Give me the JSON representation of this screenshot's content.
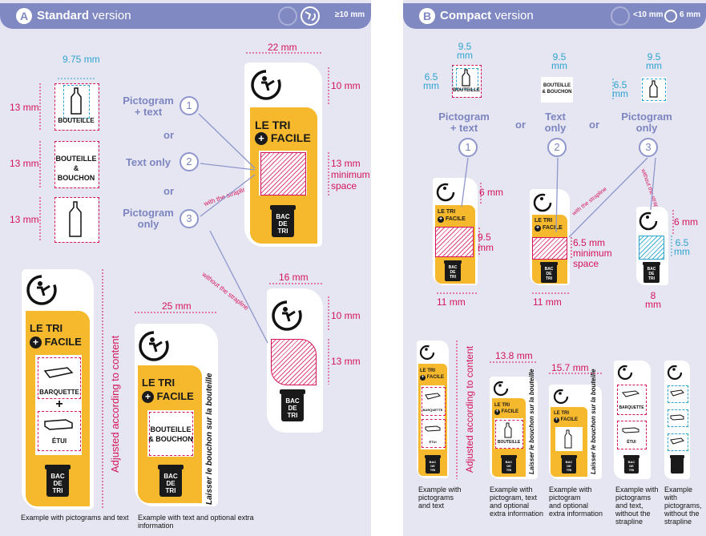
{
  "panelA": {
    "letter": "A",
    "title_bold": "Standard",
    "title_rest": " version",
    "size_rule": "≥10 mm",
    "choices": [
      {
        "num": "1",
        "line1": "Pictogram",
        "line2": "+ text"
      },
      {
        "num": "2",
        "line1": "Text only",
        "line2": ""
      },
      {
        "num": "3",
        "line1": "Pictogram",
        "line2": "only"
      }
    ],
    "or_label": "or",
    "with_strapline": "with the strapline",
    "without_strapline": "without the strapline",
    "left_stack": {
      "width": "9.75 mm",
      "h1": "13 mm",
      "h2": "13 mm",
      "h3": "13 mm",
      "bouteille": "BOUTEILLE",
      "bouteille_bouchon_1": "BOUTEILLE",
      "bouteille_bouchon_2": "& BOUCHON"
    },
    "big_card": {
      "width": "22 mm",
      "top_h": "10 mm",
      "space_h": "13 mm",
      "space_label1": "minimum",
      "space_label2": "space",
      "letri": "LE TRI",
      "facile": "FACILE",
      "bin1": "BAC",
      "bin2": "DE",
      "bin3": "TRI"
    },
    "small_card": {
      "width": "16 mm",
      "top_h": "10 mm",
      "space_h": "13 mm",
      "bin1": "BAC",
      "bin2": "DE",
      "bin3": "TRI"
    },
    "example1": {
      "letri": "LE TRI",
      "facile": "FACILE",
      "item1": "BARQUETTE",
      "item2": "ÉTUI",
      "bin1": "BAC",
      "bin2": "DE",
      "bin3": "TRI",
      "adjusted": "Adjusted according to content",
      "caption": "Example with pictograms and text"
    },
    "example2": {
      "width": "25 mm",
      "letri": "LE TRI",
      "facile": "FACILE",
      "item1": "BOUTEILLE",
      "item2": "& BOUCHON",
      "vertical": "Laisser le bouchon sur la bouteille",
      "bin1": "BAC",
      "bin2": "DE",
      "bin3": "TRI",
      "caption1": "Example with text and optional extra",
      "caption2": "information"
    }
  },
  "panelB": {
    "letter": "B",
    "title_bold": "Compact",
    "title_rest": " version",
    "size_rule": "<10 mm",
    "size_rule2": "6 mm",
    "or_label": "or",
    "choices": [
      {
        "num": "1",
        "line1": "Pictogram",
        "line2": "+ text"
      },
      {
        "num": "2",
        "line1": "Text",
        "line2": "only"
      },
      {
        "num": "3",
        "line1": "Pictogram",
        "line2": "only"
      }
    ],
    "top_items": [
      {
        "w": "9.5",
        "w_unit": "mm",
        "h": "6.5",
        "h_unit": "mm",
        "text": "BOUTEILLE"
      },
      {
        "w": "9.5",
        "w_unit": "mm",
        "text1": "BOUTEILLE",
        "text2": "& BOUCHON"
      },
      {
        "w": "9.5",
        "w_unit": "mm",
        "h": "6.5",
        "h_unit": "mm"
      }
    ],
    "with_strapline": "with the strapline",
    "without_strapline": "without the strapline",
    "cards": {
      "c1_top": "6 mm",
      "c1_space": "9.5",
      "c1_space_unit": "mm",
      "c1_width": "11 mm",
      "c2_space": "6.5 mm",
      "c2_space_l1": "minimum",
      "c2_space_l2": "space",
      "c2_width": "11 mm",
      "c3_top": "6 mm",
      "c3_space": "6.5",
      "c3_space_unit": "mm",
      "c3_width": "8",
      "c3_width_unit": "mm",
      "letri": "LE TRI",
      "facile": "FACILE",
      "bin1": "BAC",
      "bin2": "DE",
      "bin3": "TRI"
    },
    "examples": {
      "adjusted": "Adjusted according to content",
      "w2": "13.8 mm",
      "w3": "15.7 mm",
      "item_barquette": "BARQUETTE",
      "item_etui": "ÉTUI",
      "item_bouteille": "BOUTEILLE",
      "vertical": "Laisser le bouchon sur la bouteille",
      "captions": [
        [
          "Example with",
          "pictograms",
          "and text"
        ],
        [
          "Example with",
          "pictogram, text",
          "and optional",
          "extra information"
        ],
        [
          "Example with",
          "pictogram",
          "and optional",
          "extra information"
        ],
        [
          "Example with",
          "pictograms",
          "and text,",
          "without the",
          "strapline"
        ],
        [
          "Example with",
          "pictograms,",
          "without the",
          "strapline"
        ]
      ]
    }
  },
  "colors": {
    "accent": "#8089c2",
    "yellow": "#f6b82c",
    "magenta": "#d4145a",
    "cyan": "#2fa3d0",
    "panel_bg": "#e6e6f2"
  }
}
